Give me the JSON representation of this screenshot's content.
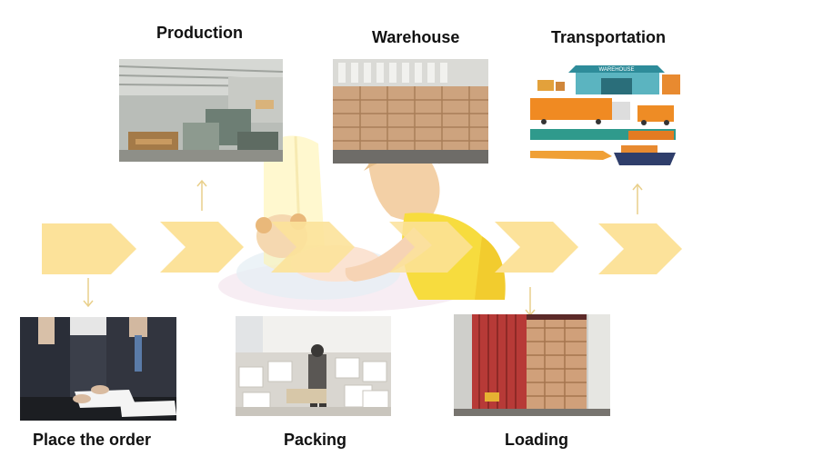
{
  "steps": {
    "production": "Production",
    "warehouse": "Warehouse",
    "transportation": "Transportation",
    "place_order": "Place the order",
    "packing": "Packing",
    "loading": "Loading"
  },
  "illustration_text": {
    "warehouse_sign": "WAREHOUSE"
  },
  "colors": {
    "chevron": "#FCE29A",
    "chevron_dark": "#F8D77E",
    "arrow": "#E9CF8A",
    "label": "#111111"
  }
}
